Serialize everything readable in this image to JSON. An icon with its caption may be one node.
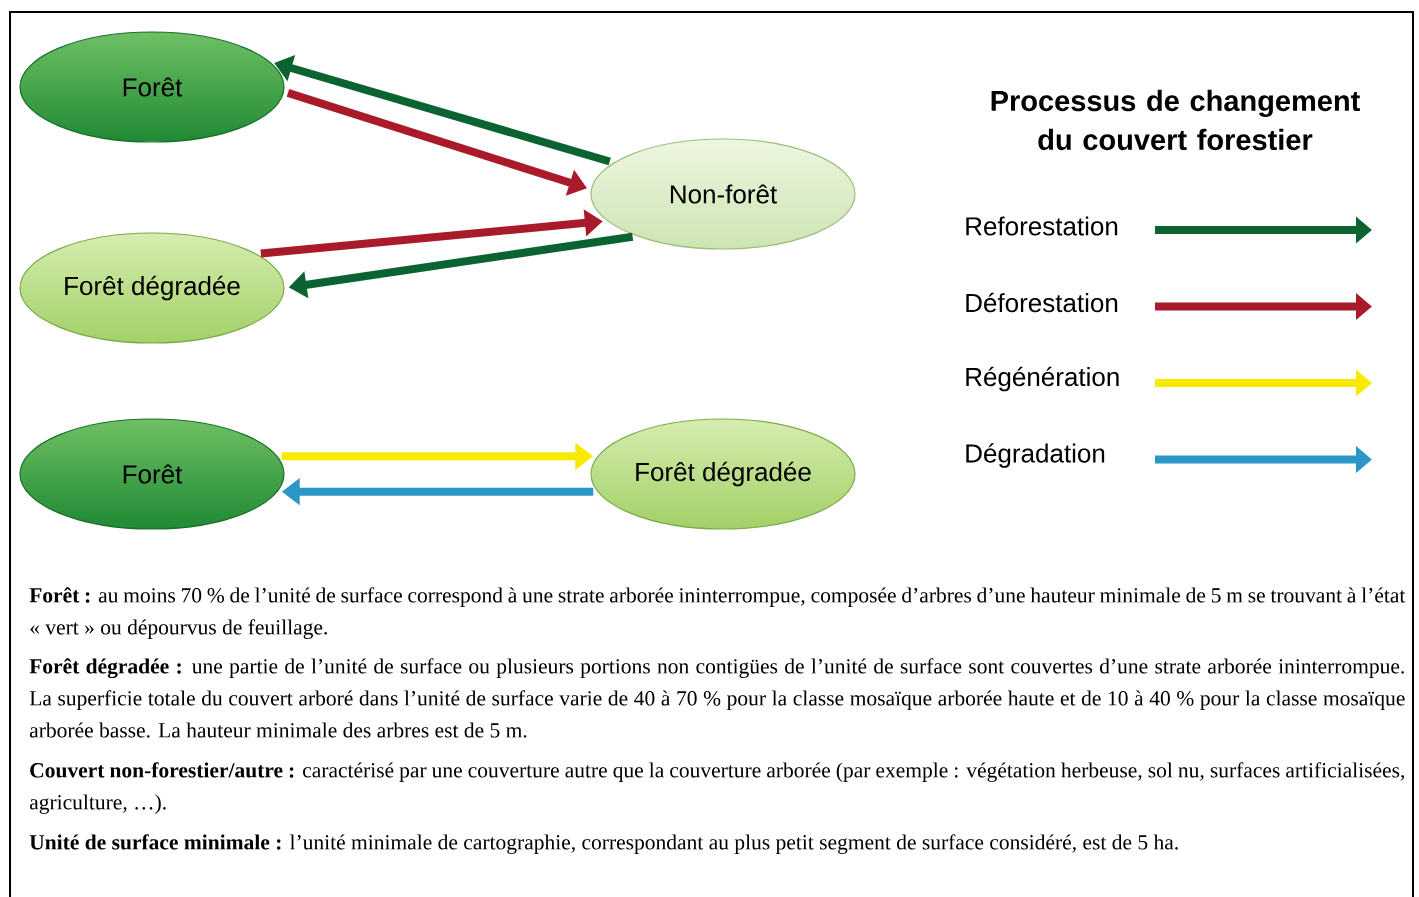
{
  "diagram": {
    "title": "Processus de changement du couvert forestier",
    "nodes": [
      {
        "text": [
          "Forêt"
        ]
      },
      {
        "text": [
          "Non-forêt"
        ]
      },
      {
        "text": [
          "Forêt dégradée"
        ]
      },
      {
        "text": [
          "Forêt"
        ]
      },
      {
        "text": [
          "Forêt dégradée"
        ]
      }
    ],
    "edges": [
      {
        "from": 1,
        "to": 0,
        "arrow": "to",
        "color": "#0b6332"
      },
      {
        "from": 0,
        "to": 1,
        "arrow": "to",
        "color": "#a91b2a"
      },
      {
        "from": 2,
        "to": 1,
        "arrow": "to",
        "color": "#a91b2a"
      },
      {
        "from": 1,
        "to": 2,
        "arrow": "to",
        "color": "#0b6332"
      },
      {
        "from": 3,
        "to": 4,
        "arrow": "to",
        "color": "#f7ea00"
      },
      {
        "from": 4,
        "to": 3,
        "arrow": "to",
        "color": "#2b97c9"
      }
    ],
    "labels": [
      "**Forêt :** au moins 70 % de l’unité de surface correspond à une strate arborée ininterrompue, composée d’arbres d’une hauteur minimale de 5 m se trouvant à l’état « vert » ou dépourvus de feuillage.",
      "**Forêt dégradée :** une partie de l’unité de surface ou plusieurs portions non contigües de l’unité de surface sont couvertes d’une strate arborée ininterrompue. La superficie totale du couvert arboré dans l’unité de surface varie de 40 à 70 % pour la classe mosaïque arborée haute et de 10 à 40 % pour la classe mosaïque arborée basse. La hauteur minimale des arbres est de 5 m.",
      "**Couvert non-forestier/autre :** caractérisé par une couverture autre que la couverture arborée (par exemple : végétation herbeuse, sol nu, surfaces artificialisées, agriculture, …).",
      "**Unité de surface minimale :** l’unité minimale de cartographie, correspondant au plus petit segment de surface considéré, est de 5 ha."
    ],
    "legend": [
      {
        "text": "Reforestation",
        "color": "#0b6332"
      },
      {
        "text": "Déforestation",
        "color": "#a91b2a"
      },
      {
        "text": "Régénération",
        "color": "#f7ea00"
      },
      {
        "text": "Dégradation",
        "color": "#2b97c9"
      }
    ]
  }
}
